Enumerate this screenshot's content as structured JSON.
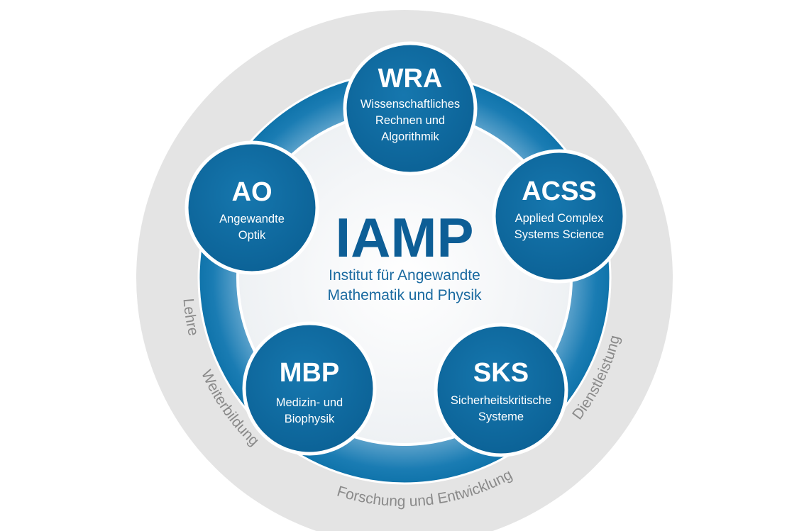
{
  "colors": {
    "outer_ring": "#e4e4e4",
    "ring_dark": "#0a6fa6",
    "ring_light": "#b5d6ea",
    "node_fill": "#0c6aa0",
    "node_border": "#ffffff",
    "center_fill": "#f2f4f6",
    "title_color": "#0d5e96",
    "label_gray": "#8a8a8a"
  },
  "center": {
    "title": "IAMP",
    "subtitle_line1": "Institut für Angewandte",
    "subtitle_line2": "Mathematik und Physik"
  },
  "nodes": [
    {
      "id": "wra",
      "abbr": "WRA",
      "lines": [
        "Wissenschaftliches",
        "Rechnen und",
        "Algorithmik"
      ]
    },
    {
      "id": "acss",
      "abbr": "ACSS",
      "lines": [
        "Applied Complex",
        "Systems Science"
      ]
    },
    {
      "id": "sks",
      "abbr": "SKS",
      "lines": [
        "Sicherheitskritische",
        "Systeme"
      ]
    },
    {
      "id": "mbp",
      "abbr": "MBP",
      "lines": [
        "Medizin- und",
        "Biophysik"
      ]
    },
    {
      "id": "ao",
      "abbr": "AO",
      "lines": [
        "Angewandte",
        "Optik"
      ]
    }
  ],
  "outer_labels": [
    "Lehre",
    "Weiterbildung",
    "Forschung und Entwicklung",
    "Dienstleistung"
  ]
}
